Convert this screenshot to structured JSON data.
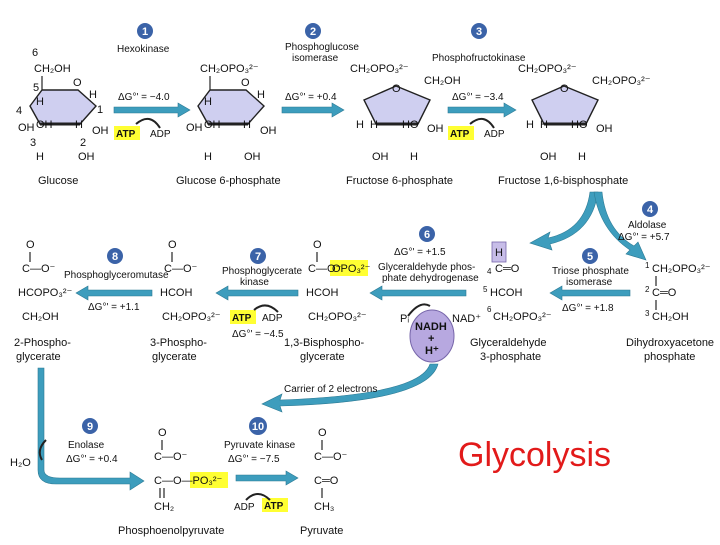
{
  "title": "Glycolysis",
  "steps": {
    "s1": {
      "num": "1",
      "enzyme": "Hexokinase",
      "dg": "ΔG°' = −4.0"
    },
    "s2": {
      "num": "2",
      "enzyme1": "Phosphoglucose",
      "enzyme2": "isomerase",
      "dg": "ΔG°' = +0.4"
    },
    "s3": {
      "num": "3",
      "enzyme": "Phosphofructokinase",
      "dg": "ΔG°' = −3.4"
    },
    "s4": {
      "num": "4",
      "enzyme": "Aldolase",
      "dg": "ΔG°' = +5.7"
    },
    "s5": {
      "num": "5",
      "enzyme1": "Triose phosphate",
      "enzyme2": "isomerase",
      "dg": "ΔG°' = +1.8"
    },
    "s6": {
      "num": "6",
      "dg": "ΔG°' = +1.5",
      "enzyme1": "Glyceraldehyde phos-",
      "enzyme2": "phate dehydrogenase"
    },
    "s7": {
      "num": "7",
      "enzyme1": "Phosphoglycerate",
      "enzyme2": "kinase",
      "dg": "ΔG°' = −4.5"
    },
    "s8": {
      "num": "8",
      "enzyme": "Phosphoglyceromutase",
      "dg": "ΔG°' = +1.1"
    },
    "s9": {
      "num": "9",
      "enzyme": "Enolase",
      "dg": "ΔG°' = +0.4"
    },
    "s10": {
      "num": "10",
      "enzyme": "Pyruvate kinase",
      "dg": "ΔG°' = −7.5"
    }
  },
  "cofactors": {
    "atp": "ATP",
    "adp": "ADP",
    "nad": "NAD⁺",
    "pi": "Pᵢ",
    "nadh": "NADH",
    "plus": "+",
    "hplus": "H⁺",
    "h2o": "H₂O",
    "carrier": "Carrier of 2 electrons"
  },
  "compounds": {
    "glucose": "Glucose",
    "g6p": "Glucose 6-phosphate",
    "f6p": "Fructose 6-phosphate",
    "f16bp": "Fructose 1,6-bisphosphate",
    "dhap1": "Dihydroxyacetone",
    "dhap2": "phosphate",
    "gap1": "Glyceraldehyde",
    "gap2": "3-phosphate",
    "bpg1": "1,3-Bisphospho-",
    "bpg2": "glycerate",
    "pg3a": "3-Phospho-",
    "pg3b": "glycerate",
    "pg2a": "2-Phospho-",
    "pg2b": "glycerate",
    "pep": "Phosphoenolpyruvate",
    "pyruvate": "Pyruvate"
  },
  "atoms": {
    "ch2oh": "CH₂OH",
    "ch2opo3": "CH₂OPO₃²⁻",
    "o": "O",
    "h": "H",
    "oh": "OH",
    "ho": "HO",
    "c_o_minus": "C—O⁻",
    "c_o_dbl": "C═O",
    "hcoh": "HCOH",
    "hcopo3": "HCOPO₃²⁻",
    "opo3": "OPO₃²⁻",
    "ch2": "CH₂",
    "ch3": "CH₃",
    "c_opo3": "C—O—PO₃²⁻",
    "n6": "6",
    "n5": "5",
    "n4": "4",
    "n3": "3",
    "n2": "2",
    "n1": "1"
  }
}
